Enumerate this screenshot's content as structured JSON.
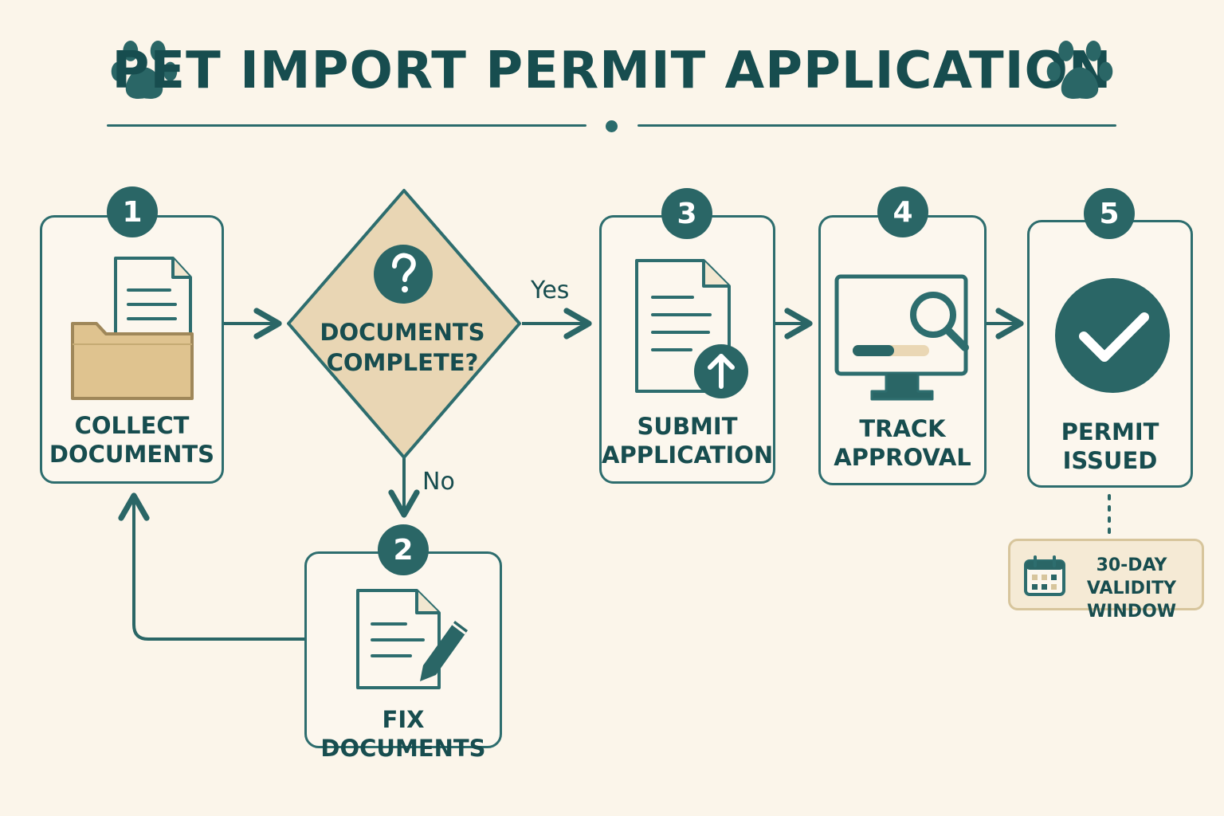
{
  "header": {
    "title": "PET IMPORT PERMIT APPLICATION"
  },
  "steps": [
    {
      "number": "1",
      "label_line1": "COLLECT",
      "label_line2": "DOCUMENTS",
      "icon": "folder-with-document-icon"
    },
    {
      "number": "2",
      "label_line1": "FIX DOCUMENTS",
      "icon": "document-edit-icon"
    },
    {
      "number": "3",
      "label_line1": "SUBMIT",
      "label_line2": "APPLICATION",
      "icon": "document-upload-icon"
    },
    {
      "number": "4",
      "label_line1": "TRACK",
      "label_line2": "APPROVAL",
      "icon": "monitor-search-icon"
    },
    {
      "number": "5",
      "label_line1": "PERMIT",
      "label_line2": "ISSUED",
      "icon": "checkmark-circle-icon"
    }
  ],
  "decision": {
    "label_line1": "DOCUMENTS",
    "label_line2": "COMPLETE?",
    "icon": "question-icon"
  },
  "edges": {
    "yes_label": "Yes",
    "no_label": "No"
  },
  "validity": {
    "line1": "30-DAY VALIDITY",
    "line2": "WINDOW",
    "icon": "calendar-icon"
  },
  "colors": {
    "background": "#fbf5ea",
    "primary": "#2a6666",
    "text": "#174d4f",
    "accent": "#e7d2aa"
  }
}
